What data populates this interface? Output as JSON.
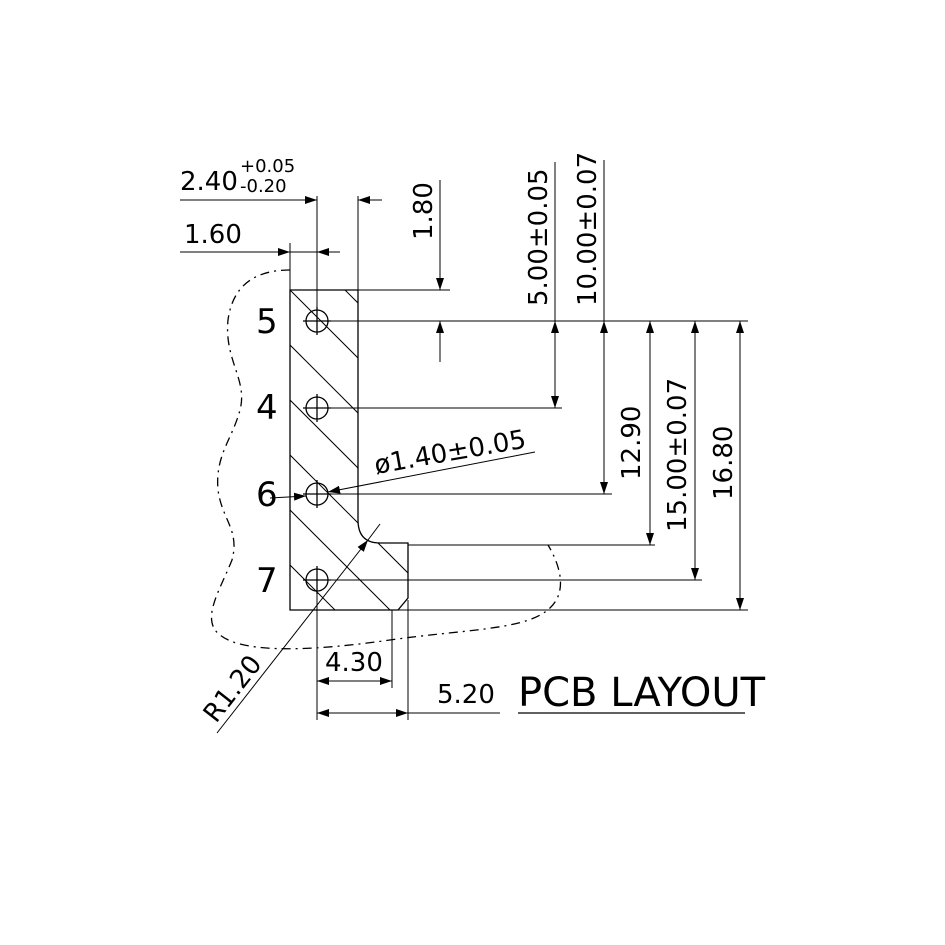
{
  "colors": {
    "ink": "#000000",
    "background": "#ffffff"
  },
  "title": "PCB LAYOUT",
  "pins": [
    "5",
    "4",
    "6",
    "7"
  ],
  "dimensions": {
    "w_2_40_nominal": "2.40",
    "w_2_40_plus": "+0.05",
    "w_2_40_minus": "-0.20",
    "w_1_60": "1.60",
    "v_1_80": "1.80",
    "v_5_00": "5.00±0.05",
    "v_10_00": "10.00±0.07",
    "hole": "ø1.40±0.05",
    "v_12_90": "12.90",
    "v_15_00": "15.00±0.07",
    "v_16_80": "16.80",
    "radius": "R1.20",
    "w_4_30": "4.30",
    "w_5_20": "5.20"
  }
}
